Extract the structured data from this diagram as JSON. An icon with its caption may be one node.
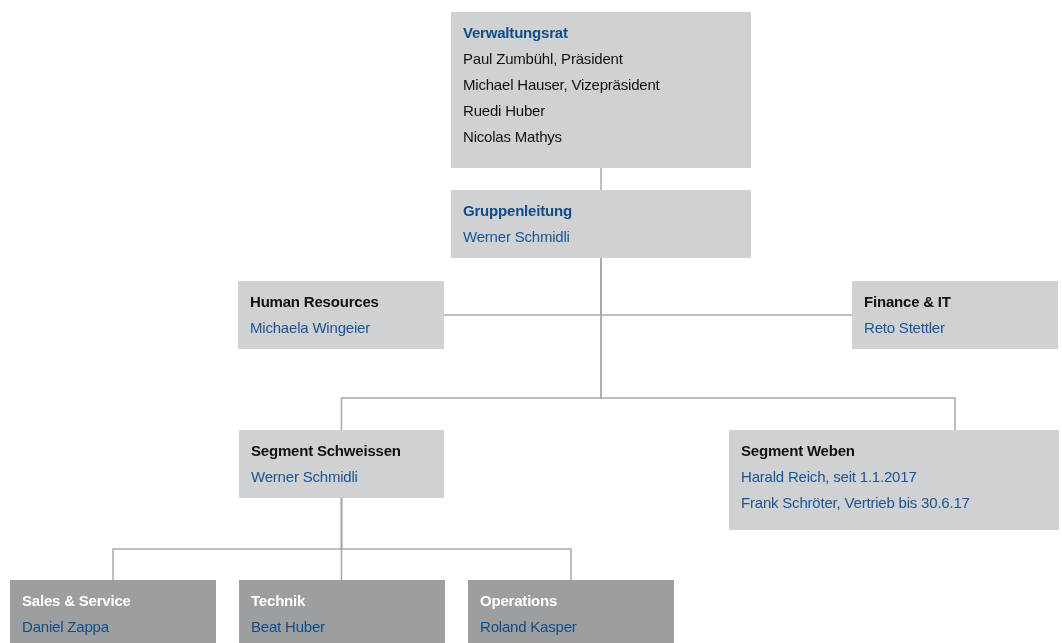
{
  "diagram": {
    "nodes": [
      {
        "text": [
          "Verwaltungsrat",
          "Paul Zumbühl, Präsident",
          "Michael Hauser, Vizepräsident",
          "Ruedi Huber",
          "Nicolas Mathys"
        ]
      },
      {
        "text": [
          "Gruppenleitung",
          "Werner Schmidli"
        ]
      },
      {
        "text": [
          "Human Resources",
          "Michaela Wingeier"
        ]
      },
      {
        "text": [
          "Finance & IT",
          "Reto Stettler"
        ]
      },
      {
        "text": [
          "Segment Schweissen",
          "Werner Schmidli"
        ]
      },
      {
        "text": [
          "Segment Weben",
          "Harald Reich, seit 1.1.2017",
          "Frank Schröter, Vertrieb bis 30.6.17"
        ]
      },
      {
        "text": [
          "Sales & Service",
          "Daniel Zappa"
        ]
      },
      {
        "text": [
          "Technik",
          "Beat Huber"
        ]
      },
      {
        "text": [
          "Operations",
          "Roland Kasper"
        ]
      }
    ],
    "edges": [
      {
        "from": 0,
        "to": 1,
        "arrow": "none"
      },
      {
        "from": 1,
        "to": 2,
        "arrow": "none"
      },
      {
        "from": 1,
        "to": 3,
        "arrow": "none"
      },
      {
        "from": 1,
        "to": 4,
        "arrow": "none"
      },
      {
        "from": 1,
        "to": 5,
        "arrow": "none"
      },
      {
        "from": 4,
        "to": 6,
        "arrow": "none"
      },
      {
        "from": 4,
        "to": 7,
        "arrow": "none"
      },
      {
        "from": 4,
        "to": 8,
        "arrow": "none"
      }
    ]
  }
}
